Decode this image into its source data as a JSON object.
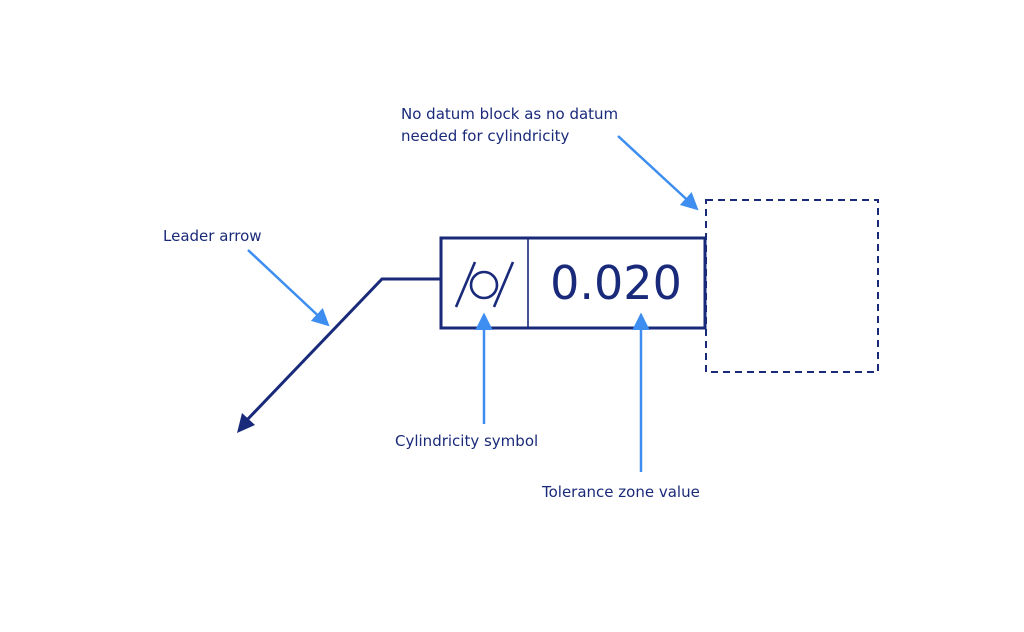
{
  "labels": {
    "datum_note_line1": "No datum block as no datum",
    "datum_note_line2": "needed for cylindricity",
    "leader_arrow": "Leader arrow",
    "cylindricity_symbol": "Cylindricity symbol",
    "tolerance_zone_value": "Tolerance zone value"
  },
  "feature_control_frame": {
    "symbol_icon": "cylindricity-symbol-icon",
    "tolerance_value": "0.020"
  },
  "colors": {
    "frame_navy": "#1a2a7a",
    "annotation_blue": "#3d8ef0",
    "background": "#ffffff"
  }
}
